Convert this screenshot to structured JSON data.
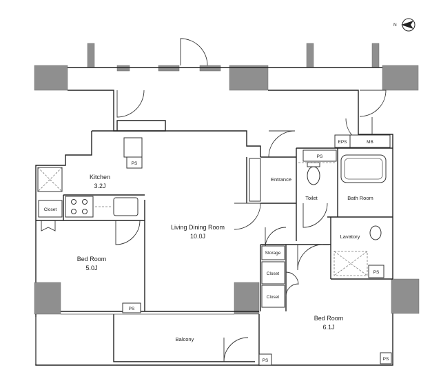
{
  "compass": {
    "north_label": "N",
    "icon": "north-arrow-icon"
  },
  "rooms": {
    "kitchen": {
      "name": "Kitchen",
      "size": "3.2J"
    },
    "living": {
      "name": "Living Dining Room",
      "size": "10.0J"
    },
    "bedroom_west": {
      "name": "Bed Room",
      "size": "5.0J"
    },
    "bedroom_east": {
      "name": "Bed Room",
      "size": "6.1J"
    },
    "entrance": {
      "name": "Entrance"
    },
    "toilet": {
      "name": "Toilet"
    },
    "bath": {
      "name": "Bath Room"
    },
    "lavatory": {
      "name": "Lavatory"
    },
    "balcony": {
      "name": "Balcony"
    },
    "storage": {
      "name": "Storage"
    },
    "closet_kitchen": {
      "name": "Closet"
    },
    "closet_upper": {
      "name": "Closet"
    },
    "closet_lower": {
      "name": "Closet"
    }
  },
  "utility": {
    "eps": "EPS",
    "mb": "MB",
    "ps_kitchen": "PS",
    "ps_toilet": "PS",
    "ps_lavatory": "PS",
    "ps_balcony": "PS",
    "ps_bottom_left": "PS",
    "ps_bottom_right": "PS"
  }
}
